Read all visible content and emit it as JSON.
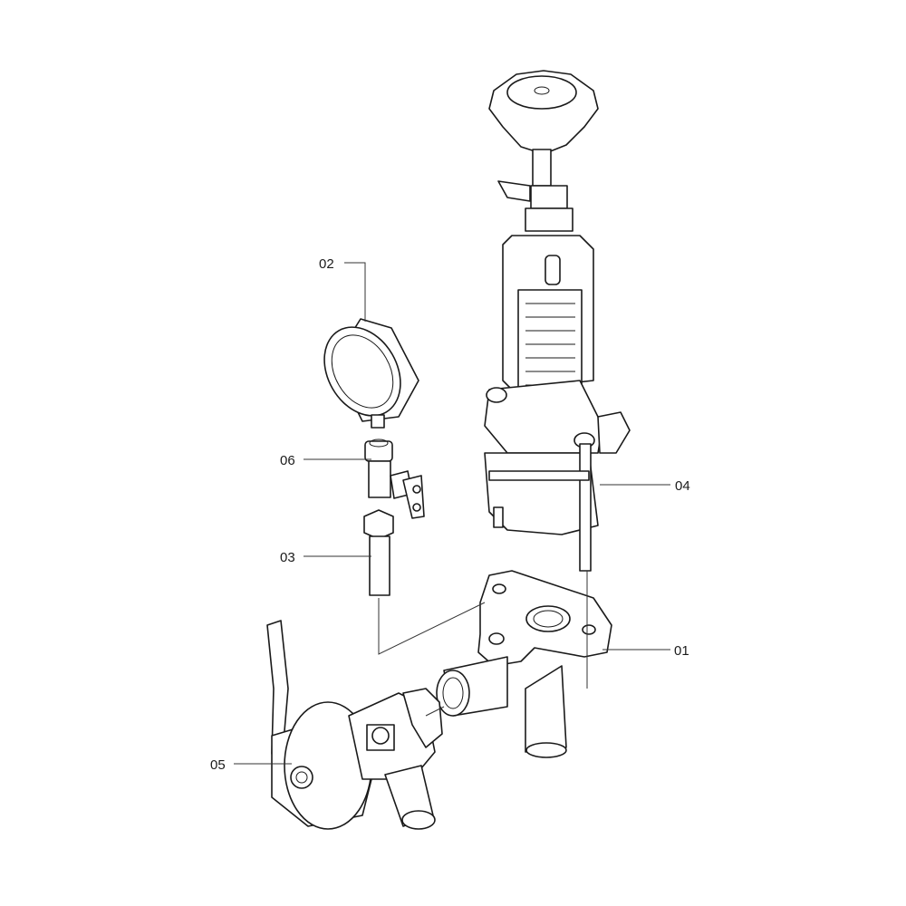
{
  "labels": {
    "p01": "01",
    "p02": "02",
    "p03": "03",
    "p04": "04",
    "p05": "05",
    "p06": "06"
  },
  "colors": {
    "line": "#1a1a1a",
    "background": "#ffffff"
  }
}
